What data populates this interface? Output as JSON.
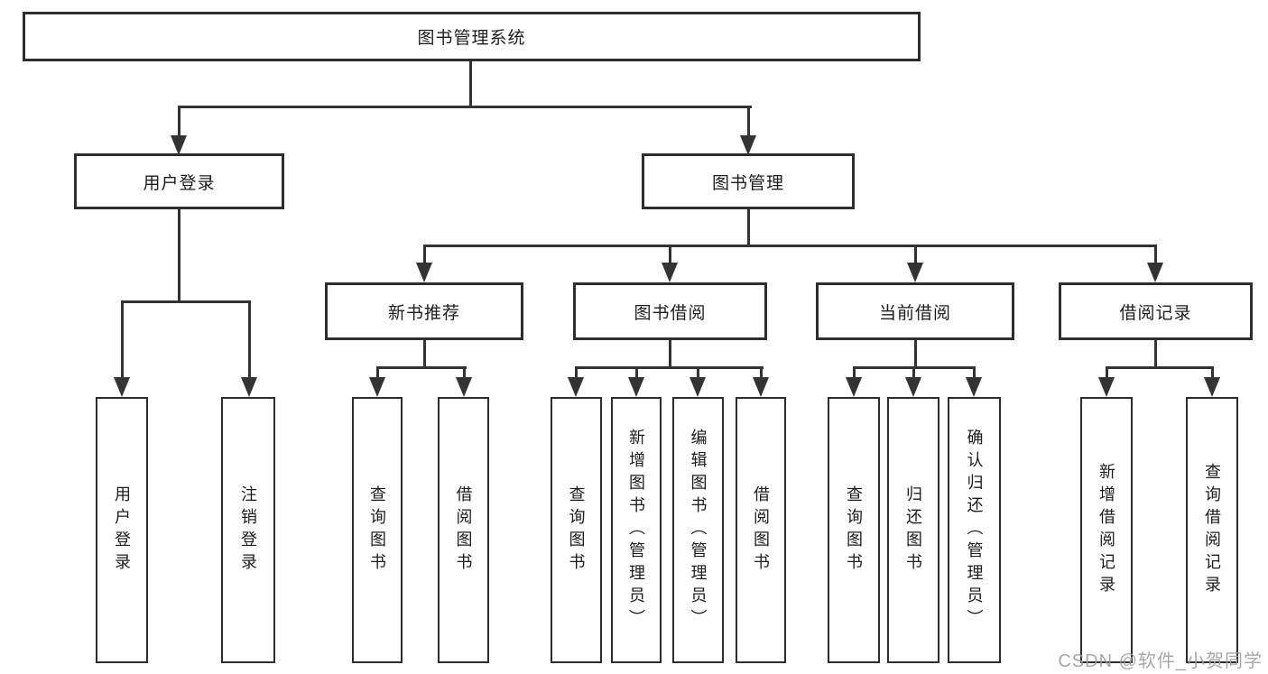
{
  "colors": {
    "line": "#333333",
    "border": "#2d2d2d",
    "text": "#1c1c1c",
    "background": "#ffffff",
    "watermark": "#9b9b9b"
  },
  "watermark": "CSDN @软件_小贺同学",
  "tree": {
    "label": "图书管理系统",
    "children": [
      {
        "label": "用户登录",
        "children": [
          {
            "label": "用户登录"
          },
          {
            "label": "注销登录"
          }
        ]
      },
      {
        "label": "图书管理",
        "children": [
          {
            "label": "新书推荐",
            "children": [
              {
                "label": "查询图书"
              },
              {
                "label": "借阅图书"
              }
            ]
          },
          {
            "label": "图书借阅",
            "children": [
              {
                "label": "查询图书"
              },
              {
                "label": "新增图书（管理员）"
              },
              {
                "label": "编辑图书（管理员）"
              },
              {
                "label": "借阅图书"
              }
            ]
          },
          {
            "label": "当前借阅",
            "children": [
              {
                "label": "查询图书"
              },
              {
                "label": "归还图书"
              },
              {
                "label": "确认归还（管理员）"
              }
            ]
          },
          {
            "label": "借阅记录",
            "children": [
              {
                "label": "新增借阅记录"
              },
              {
                "label": "查询借阅记录"
              }
            ]
          }
        ]
      }
    ]
  }
}
